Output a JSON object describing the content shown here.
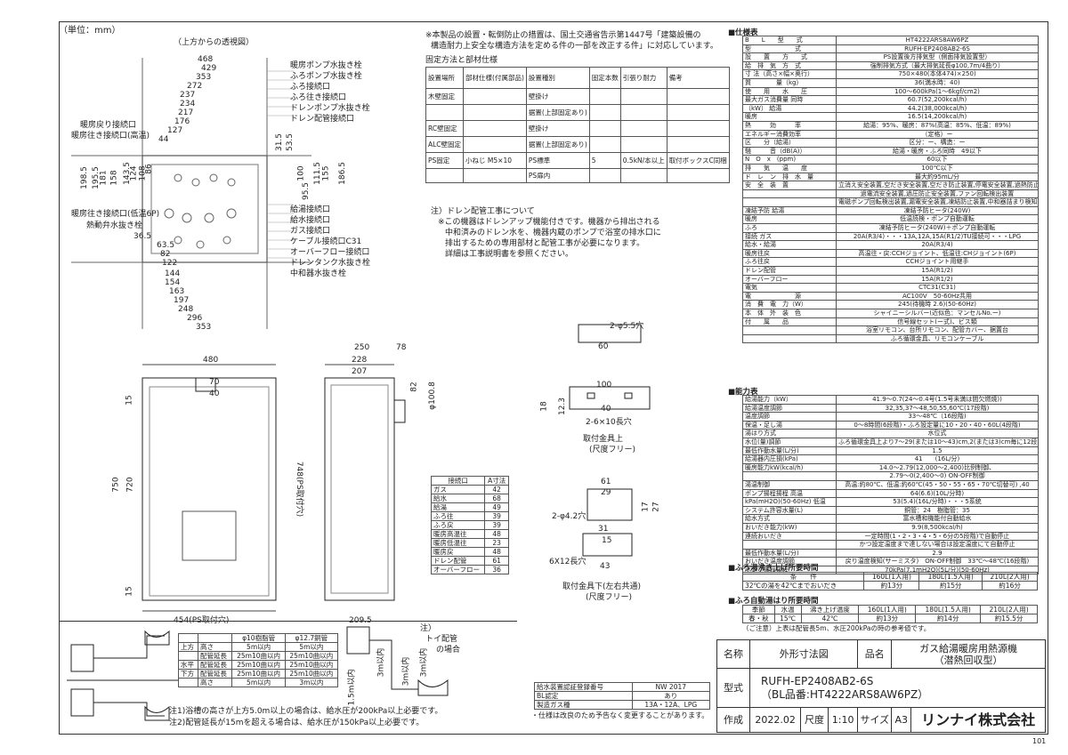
{
  "unit_label": "（単位：mm）",
  "topview": {
    "title": "（上方からの透視図）",
    "top_dims": [
      "468",
      "429",
      "353",
      "272",
      "237",
      "234",
      "217",
      "176",
      "127",
      "44"
    ],
    "left_labels": [
      "暖房戻り接続口",
      "暖房往き接続口(高温)"
    ],
    "left_vert_dims": [
      "198.5",
      "195.5",
      "181",
      "158",
      "143.5",
      "124",
      "108",
      "86"
    ],
    "right_vert_dims": [
      "31.5",
      "53.5",
      "100",
      "186.5",
      "155",
      "111.5",
      "95.5"
    ],
    "bottom_dims": [
      "36.5",
      "63.5",
      "82",
      "122",
      "144",
      "154",
      "163",
      "197",
      "248",
      "296",
      "353"
    ],
    "bottom_left_labels": [
      "暖房往き接続口(低温6P)",
      "熱動弁水抜き栓"
    ],
    "right_labels_top": [
      "暖房ポンプ水抜き栓",
      "ふろポンプ水抜き栓",
      "ふろ接続口",
      "ふろ往き接続口",
      "ドレンポンプ水抜き栓",
      "ドレン配管接続口"
    ],
    "right_labels_bottom": [
      "給湯接続口",
      "給水接続口",
      "ガス接続口",
      "ケーブル接続口C31",
      "オーバーフロー接続口",
      "ドレンタンク水抜き栓",
      "中和器水抜き栓"
    ]
  },
  "notes_top": [
    "※本製品の設置・転倒防止の措置は、国土交通省告示第1447号「建築設備の",
    "構造耐力上安全な構造方法を定める件の一部を改正する件」に対応しています。"
  ],
  "fix_table": {
    "title": "固定方法と部材仕様",
    "headers": [
      "設置場所",
      "部材仕様(付属部品)",
      "設置種別",
      "固定本数",
      "引張り耐力",
      "備考"
    ],
    "rows": [
      [
        "木壁固定",
        "",
        "壁掛け",
        "",
        "",
        ""
      ],
      [
        "",
        "",
        "据置(上部固定あり)",
        "",
        "",
        ""
      ],
      [
        "RC壁固定",
        "",
        "壁掛け",
        "",
        "",
        ""
      ],
      [
        "ALC壁固定",
        "",
        "据置(上部固定あり)",
        "",
        "",
        ""
      ],
      [
        "PS固定",
        "小ねじ M5×10",
        "PS標準",
        "5",
        "0.5kN/本以上",
        "取付ボックスC同梱"
      ],
      [
        "",
        "",
        "PS扉内",
        "",
        "",
        ""
      ]
    ]
  },
  "drain_note": [
    "注）ドレン配管工事について",
    "※この機器はドレンアップ機能付きです。機器から排出される",
    "中和済みのドレン水を、機器内蔵のポンプで浴室の排水口に",
    "排出するための専用部材と配管工事が必要になります。",
    "詳細は工事説明書を参照ください。"
  ],
  "front": {
    "w": "480",
    "h1": "750",
    "h2": "720",
    "d70": "70",
    "d40": "40",
    "d15a": "15",
    "d15b": "15",
    "ps": "454(PS取付穴)",
    "ps748": "748(PS取付穴)"
  },
  "side": {
    "d250": "250",
    "d78": "78",
    "d228": "228",
    "d207": "207",
    "d82": "82",
    "dia": "φ100.8",
    "d209": "209.5"
  },
  "bracket_top": {
    "holes": "2-φ5.5穴",
    "d60": "60",
    "d100": "100",
    "d40": "40",
    "d18": "18",
    "d12": "12.3",
    "slots": "2-6×10長穴",
    "title": "取付金具上",
    "sub": "(尺度フリー)"
  },
  "bracket_bottom": {
    "d61": "61",
    "d29": "29",
    "holes": "2-φ4.2穴",
    "d31": "31",
    "d15": "15",
    "d17": "17",
    "d27": "27",
    "slot": "6X12長穴",
    "d43": "43",
    "title": "取付金具下(左右共通)",
    "sub": "(尺度フリー)"
  },
  "a_table": {
    "headers": [
      "接続口",
      "A寸法"
    ],
    "rows": [
      [
        "ガス",
        "42"
      ],
      [
        "給水",
        "68"
      ],
      [
        "給湯",
        "49"
      ],
      [
        "ふろ往",
        "39"
      ],
      [
        "ふろ戻",
        "39"
      ],
      [
        "暖房高温往",
        "48"
      ],
      [
        "暖房低温往",
        "23"
      ],
      [
        "暖房戻",
        "48"
      ],
      [
        "ドレン配管",
        "61"
      ],
      [
        "オーバーフロー",
        "36"
      ]
    ]
  },
  "pipe_table": {
    "headers": [
      "",
      "",
      "φ10樹脂管",
      "φ12.7銅管"
    ],
    "rows": [
      [
        "上方",
        "高さ",
        "5m以内",
        "5m以内"
      ],
      [
        "",
        "配管延長",
        "25m10曲以内",
        "25m10曲以内"
      ],
      [
        "水平",
        "配管延長",
        "25m10曲以内",
        "25m10曲以内"
      ],
      [
        "下方",
        "配管延長",
        "25m10曲以内",
        "25m10曲以内"
      ],
      [
        "",
        "高さ",
        "5m以内",
        "3m以内"
      ]
    ]
  },
  "pipe_notes": [
    "注1)浴槽の高さが上方5.0m以上の場合は、給水圧が200kPa以上必要です。",
    "注2)配管延長が15mを超える場合は、給水圧が150kPa以上必要です。"
  ],
  "toi_note": [
    "注）",
    "トイ配管",
    "の場合"
  ],
  "toi_dims": [
    "3m以内",
    "3m以内",
    "3m以内",
    "1.5m以内"
  ],
  "small_table": {
    "rows": [
      [
        "給水装置認証登録番号",
        "NW 2017"
      ],
      [
        "BL認定",
        "あり"
      ],
      [
        "製造ガス種",
        "13A・12A、LPG"
      ]
    ]
  },
  "spec_change_note": "・仕様は改良のため予告なく変更することがあります。",
  "spec": {
    "title": "■仕様表",
    "rows": [
      [
        "B　　L　　型　　式",
        "HT4222ARS8AW6PZ"
      ],
      [
        "型　　　　　　　式",
        "RUFH-EP2408AB2-6S"
      ],
      [
        "設　　置　　方　　式",
        "PS設置後方排気型（側面排気設置型）"
      ],
      [
        "給　排　気　方　式",
        "強制排気方式（最大排気延長φ100,7m/4曲り）"
      ],
      [
        "寸 法（高さ×幅×奥行）",
        "750×480(本体474)×250)"
      ],
      [
        "質　　　　量（kg）",
        "36(満水時：40)"
      ],
      [
        "使　　用　　水　　圧",
        "100〜600kPa(1〜6kgf/cm2)"
      ],
      [
        "最大ガス消費量 同時",
        "60.7(52,200kcal/h)"
      ],
      [
        "（kW） 給湯",
        "44.2(38,000kcal/h)"
      ],
      [
        "暖房",
        "16.5(14,200kcal/h)"
      ],
      [
        "熱　　　効　　　率",
        "給湯：95%、暖房：87%(高温：85%、低温：89%)"
      ],
      [
        "エネルギー消費効率",
        "（定格）ー"
      ],
      [
        "区　　分（給湯）",
        "区分：ー、構造：ー"
      ],
      [
        "騒　　　音（dB(A)）",
        "給湯・暖房・ふろ同時　49以下"
      ],
      [
        "N　O　x　(ppm)",
        "60以下"
      ],
      [
        "排　　気　　温　　度",
        "100℃以下"
      ],
      [
        "ド　レ　ン　排　水　量",
        "最大約95mL/分"
      ],
      [
        "安　全　装　置",
        "立消え安全装置,空だき安全装置,空だき防止装置,停電安全装置,過熱防止装置"
      ],
      [
        "",
        "過電流安全装置,過圧防止安全装置,ファン回転検出装置"
      ],
      [
        "",
        "電磁ポンプ回転検出装置,漏電安全装置,凍結防止装置,中和器詰まり検知装置,満杯検知装置"
      ],
      [
        "凍結予防 給湯",
        "凍結予防ヒータ(240W)"
      ],
      [
        "暖房",
        "低温読検・ポンプ自動運転"
      ],
      [
        "ふろ",
        "凍結予防ヒータ(240W)＋ポンプ自動運転"
      ],
      [
        "接続 ガス",
        "20A(R3/4)・・・13A,12A,15A(R1/2)TU接続可・・・LPG"
      ],
      [
        "給水・給湯",
        "20A(R3/4)"
      ],
      [
        "暖房往戻",
        "高温往・戻:CCHジョイント、低温往:CHジョイント(6P)"
      ],
      [
        "ふろ往戻",
        "CCHジョイント用継手"
      ],
      [
        "ドレン配管",
        "15A(R1/2)"
      ],
      [
        "オーバーフロー",
        "15A(R1/2)"
      ],
      [
        "電気",
        "CTC31(C31)"
      ],
      [
        "電　　　　　　　源",
        "AC100V　50-60Hz共用"
      ],
      [
        "消　費　電　力（W）",
        "245(待機時 2.6)(50-60Hz)"
      ],
      [
        "本　体　外　装　色",
        "シャイニーシルバー(近似色：マンセルNo.ー)"
      ],
      [
        "付　　属　　品",
        "信号線セット(ー式)、ビス類"
      ],
      [
        "",
        "浴室リモコン、台所リモコン、配管カバー、据置台"
      ],
      [
        "",
        "ふろ循環金具、リモコンケーブル"
      ]
    ]
  },
  "perf": {
    "title": "■能力表",
    "rows": [
      [
        "給湯能力（kW）",
        "41.9〜0.7(24〜0.4号(1.5号未満は間欠燃焼))"
      ],
      [
        "給湯温度調節",
        "32,35,37〜48,50,55,60℃(17段階)"
      ],
      [
        "温度調節",
        "33〜48℃（16段階)"
      ],
      [
        "保温・足し湯",
        "0〜8時間(6段階)・ふろ設定量に10・20・40・60L(4段階)"
      ],
      [
        "湯はり方式",
        "水位式"
      ],
      [
        "水位(量)調節",
        "ふろ循環金具上より7〜29(または10〜43)cm,2(または3)cm毎に12段階"
      ],
      [
        "最低作動水量(L/分)",
        "1.5"
      ],
      [
        "給湯器内圧損(kPa)",
        "41　　(16L/分)"
      ],
      [
        "暖房能力kW(kcal/h)",
        "14.0〜2.79(12,000〜2,400)比例制御、"
      ],
      [
        "",
        "2.79〜0(2,400〜0) ON-OFF制御"
      ],
      [
        "湯温制御",
        "高温:約80℃、低温:約60℃(45・50・55・65・70℃切替可) ,40"
      ],
      [
        "ポンプ揚程揚程 高温",
        "64(6.6)(10L/分時)"
      ],
      [
        "kPa(mH2O)(50-60Hz) 低温",
        "53(5.4)(16L/分時)・・・5系統"
      ],
      [
        "システム許容水量(L)",
        "銅管：24　樹脂管：35"
      ],
      [
        "給水方式",
        "富水槽和機能付自動給水"
      ],
      [
        "おいだき能力(kW)",
        "9.9(8,500kcal/h)"
      ],
      [
        "連続おいだき",
        "一定時間(1・2・3・4・5・6分の5段階)で自動停止"
      ],
      [
        "",
        "かつ設定温度まで達しない場合は設定温度にて自動停止"
      ],
      [
        "最低作動水量(L/分)",
        "2.9"
      ],
      [
        "おいだき温度調節",
        "戻り温度検知(サーミスタ)　ON-OFF制御　33℃〜48℃(16段階)"
      ],
      [
        "ポンプ揚程揚程",
        "70kPa(7.1mH2O)(5L/分)(50-60Hz)"
      ]
    ]
  },
  "fill": {
    "title": "■ふろ湯沸き上げ所要時間",
    "headers": [
      "条　　件",
      "160L(1人用)",
      "180L(1.5人用)",
      "210L(2人用)"
    ],
    "rows": [
      [
        "32℃の湯を42℃までおいだき",
        "約13分",
        "約15分",
        "約16分"
      ]
    ]
  },
  "auto": {
    "title": "■ふろ自動湯はり所要時間",
    "headers": [
      "季節",
      "水温",
      "沸き上げ温度",
      "160L(1人用)",
      "180L(1.5人用)",
      "210L(2人用)"
    ],
    "rows": [
      [
        "春・秋",
        "15℃",
        "42℃",
        "約13分",
        "約14分",
        "約15.5分"
      ]
    ],
    "note": "（ご注意）上表は配管長5m、水圧200kPaの時の参考値です。"
  },
  "title_block": {
    "name_label": "名称",
    "name": "外形寸法図",
    "item_label": "品名",
    "item": "ガス給湯暖房用熱源機",
    "item2": "（潜熱回収型）",
    "model_label": "型式",
    "model": "RUFH-EP2408AB2-6S",
    "model2": "（BL品番:HT4222ARS8AW6PZ）",
    "made_label": "作成",
    "date": "2022.02",
    "scale_label": "尺度",
    "scale": "1:10",
    "size_label": "サイズ",
    "size": "A3",
    "company": "リンナイ株式会社"
  },
  "page_no": "101"
}
